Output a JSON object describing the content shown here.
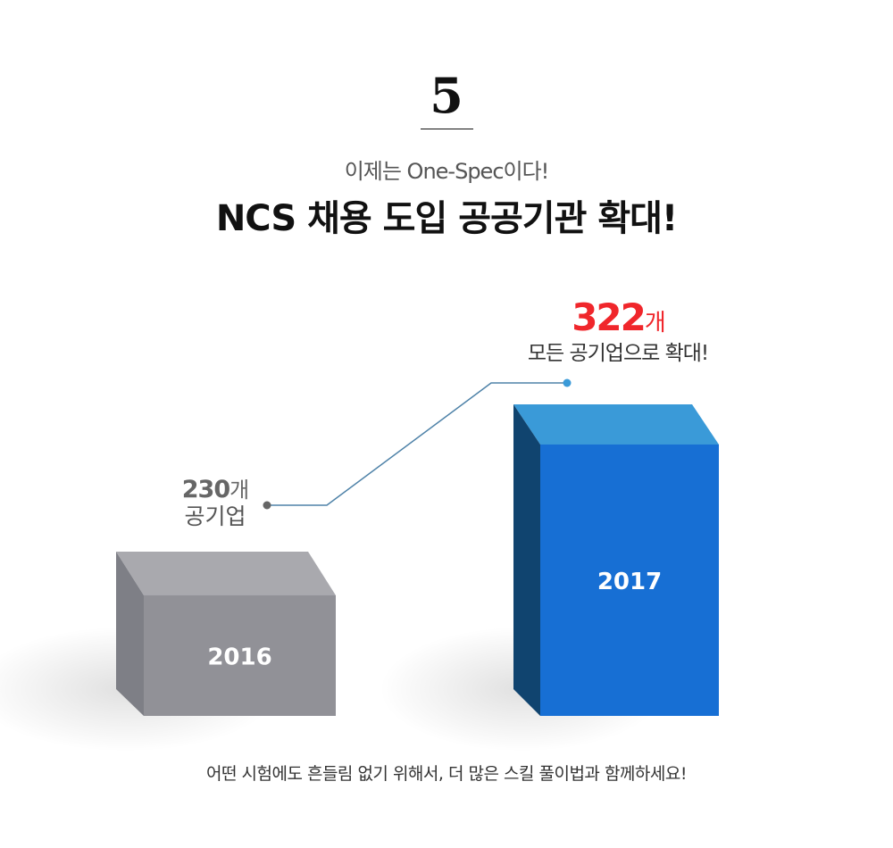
{
  "header": {
    "number": "5",
    "subtitle": "이제는 One-Spec이다!",
    "title": "NCS 채용 도입 공공기관 확대!"
  },
  "footer": "어떤 시험에도 흔들림 없기 위해서, 더 많은 스킬 풀이법과 함께하세요!",
  "colors": {
    "gray": "#919197",
    "blue": "#176fd4",
    "red": "#f0262b"
  },
  "chart_data": {
    "type": "bar",
    "title": "NCS 채용 도입 공공기관 확대!",
    "categories": [
      "2016",
      "2017"
    ],
    "values": [
      230,
      322
    ],
    "unit": "개",
    "annotations": [
      {
        "category": "2016",
        "value_label": "230",
        "unit": "개",
        "text": "공기업"
      },
      {
        "category": "2017",
        "value_label": "322",
        "unit": "개",
        "text": "모든 공기업으로 확대!"
      }
    ]
  }
}
